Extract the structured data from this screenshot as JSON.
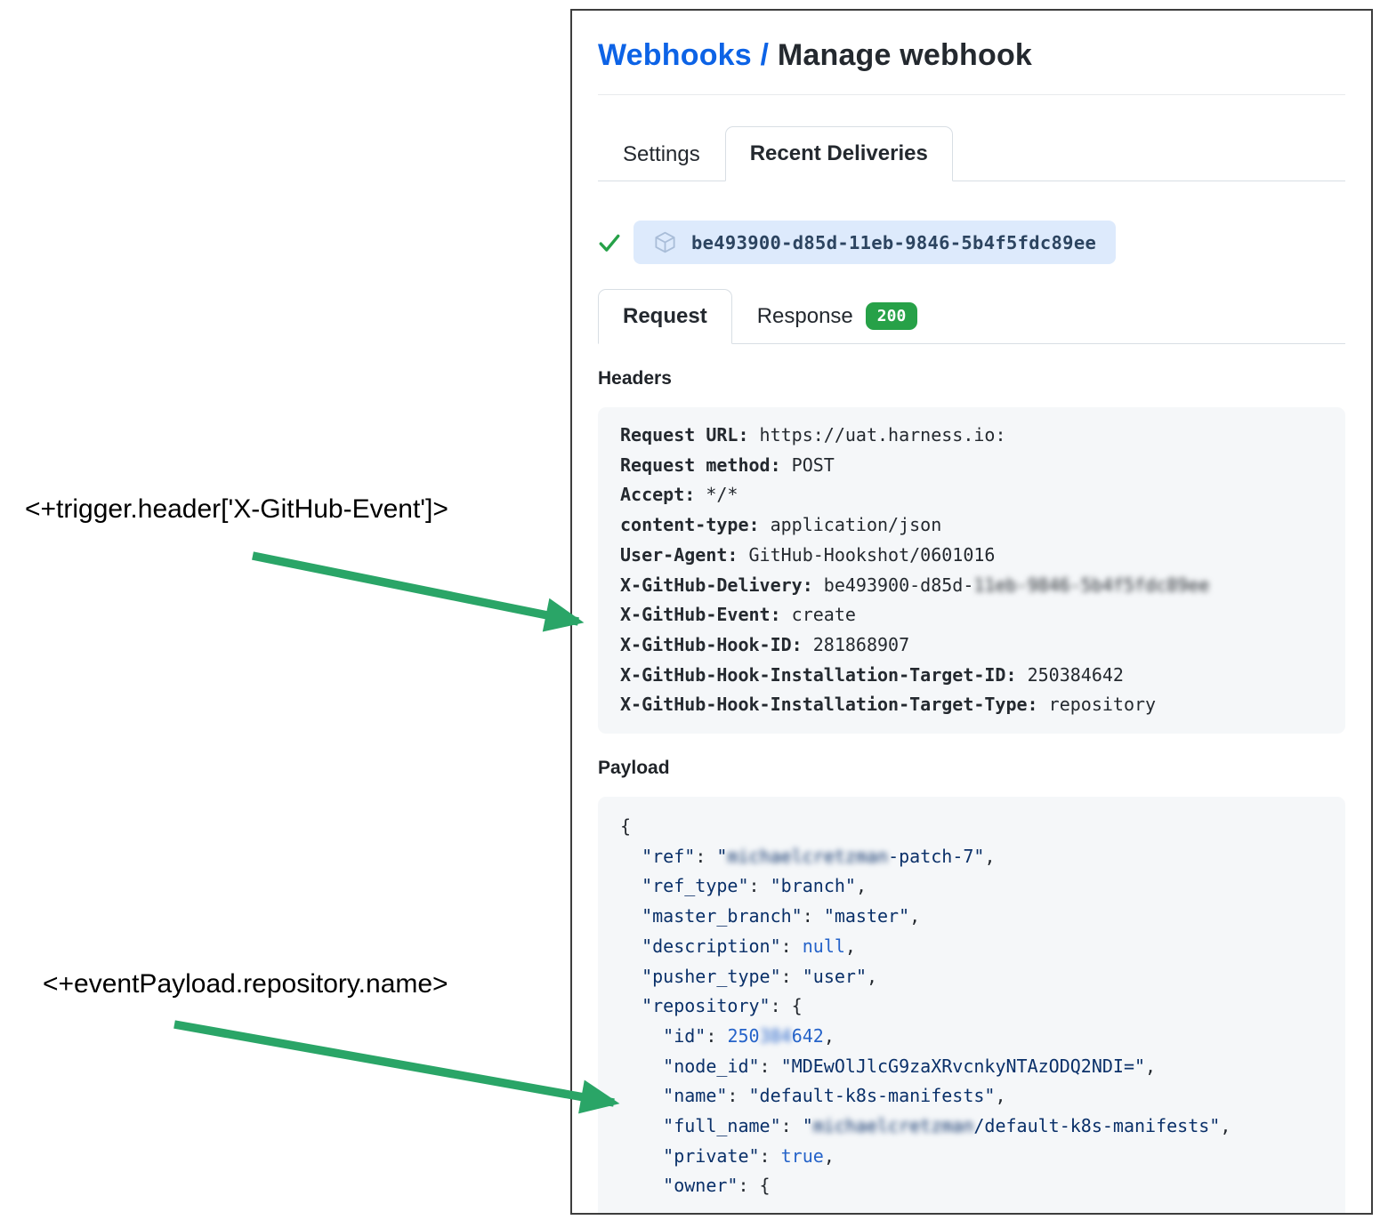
{
  "page": {
    "breadcrumb_link": "Webhooks",
    "breadcrumb_separator": " / ",
    "title": "Manage webhook"
  },
  "tabs": {
    "settings": "Settings",
    "recent_deliveries": "Recent Deliveries"
  },
  "delivery": {
    "id": "be493900-d85d-11eb-9846-5b4f5fdc89ee",
    "status": "success"
  },
  "subtabs": {
    "request": "Request",
    "response": "Response",
    "response_status": "200"
  },
  "headers_section": {
    "title": "Headers",
    "lines": [
      {
        "key": "Request URL:",
        "value": " https://uat.harness.io:"
      },
      {
        "key": "Request method:",
        "value": " POST"
      },
      {
        "key": "Accept:",
        "value": " */*"
      },
      {
        "key": "content-type:",
        "value": " application/json"
      },
      {
        "key": "User-Agent:",
        "value": " GitHub-Hookshot/0601016"
      },
      {
        "key": "X-GitHub-Delivery:",
        "value": " be493900-d85d-",
        "blur": "11eb-9846-5b4f5fdc89ee"
      },
      {
        "key": "X-GitHub-Event:",
        "value": " create"
      },
      {
        "key": "X-GitHub-Hook-ID:",
        "value": " 281868907"
      },
      {
        "key": "X-GitHub-Hook-Installation-Target-ID:",
        "value": " 250384642"
      },
      {
        "key": "X-GitHub-Hook-Installation-Target-Type:",
        "value": " repository"
      }
    ]
  },
  "payload_section": {
    "title": "Payload",
    "lines": [
      [
        {
          "t": "{",
          "c": "p"
        }
      ],
      [
        {
          "t": "  ",
          "c": "p"
        },
        {
          "t": "\"ref\"",
          "c": "s"
        },
        {
          "t": ": ",
          "c": "p"
        },
        {
          "t": "\"",
          "c": "s"
        },
        {
          "t": "michaelcretzman",
          "c": "sb"
        },
        {
          "t": "-patch-7\"",
          "c": "s"
        },
        {
          "t": ",",
          "c": "p"
        }
      ],
      [
        {
          "t": "  ",
          "c": "p"
        },
        {
          "t": "\"ref_type\"",
          "c": "s"
        },
        {
          "t": ": ",
          "c": "p"
        },
        {
          "t": "\"branch\"",
          "c": "s"
        },
        {
          "t": ",",
          "c": "p"
        }
      ],
      [
        {
          "t": "  ",
          "c": "p"
        },
        {
          "t": "\"master_branch\"",
          "c": "s"
        },
        {
          "t": ": ",
          "c": "p"
        },
        {
          "t": "\"master\"",
          "c": "s"
        },
        {
          "t": ",",
          "c": "p"
        }
      ],
      [
        {
          "t": "  ",
          "c": "p"
        },
        {
          "t": "\"description\"",
          "c": "s"
        },
        {
          "t": ": ",
          "c": "p"
        },
        {
          "t": "null",
          "c": "c"
        },
        {
          "t": ",",
          "c": "p"
        }
      ],
      [
        {
          "t": "  ",
          "c": "p"
        },
        {
          "t": "\"pusher_type\"",
          "c": "s"
        },
        {
          "t": ": ",
          "c": "p"
        },
        {
          "t": "\"user\"",
          "c": "s"
        },
        {
          "t": ",",
          "c": "p"
        }
      ],
      [
        {
          "t": "  ",
          "c": "p"
        },
        {
          "t": "\"repository\"",
          "c": "s"
        },
        {
          "t": ": {",
          "c": "p"
        }
      ],
      [
        {
          "t": "    ",
          "c": "p"
        },
        {
          "t": "\"id\"",
          "c": "s"
        },
        {
          "t": ": ",
          "c": "p"
        },
        {
          "t": "250",
          "c": "c"
        },
        {
          "t": "384",
          "c": "cb"
        },
        {
          "t": "642",
          "c": "c"
        },
        {
          "t": ",",
          "c": "p"
        }
      ],
      [
        {
          "t": "    ",
          "c": "p"
        },
        {
          "t": "\"node_id\"",
          "c": "s"
        },
        {
          "t": ": ",
          "c": "p"
        },
        {
          "t": "\"MDEwOlJlcG9zaXRvcnkyNTAzODQ2NDI=\"",
          "c": "s"
        },
        {
          "t": ",",
          "c": "p"
        }
      ],
      [
        {
          "t": "    ",
          "c": "p"
        },
        {
          "t": "\"name\"",
          "c": "s"
        },
        {
          "t": ": ",
          "c": "p"
        },
        {
          "t": "\"default-k8s-manifests\"",
          "c": "s"
        },
        {
          "t": ",",
          "c": "p"
        }
      ],
      [
        {
          "t": "    ",
          "c": "p"
        },
        {
          "t": "\"full_name\"",
          "c": "s"
        },
        {
          "t": ": ",
          "c": "p"
        },
        {
          "t": "\"",
          "c": "s"
        },
        {
          "t": "michaelcretzman",
          "c": "sb"
        },
        {
          "t": "/default-k8s-manifests\"",
          "c": "s"
        },
        {
          "t": ",",
          "c": "p"
        }
      ],
      [
        {
          "t": "    ",
          "c": "p"
        },
        {
          "t": "\"private\"",
          "c": "s"
        },
        {
          "t": ": ",
          "c": "p"
        },
        {
          "t": "true",
          "c": "c"
        },
        {
          "t": ",",
          "c": "p"
        }
      ],
      [
        {
          "t": "    ",
          "c": "p"
        },
        {
          "t": "\"owner\"",
          "c": "s"
        },
        {
          "t": ": {",
          "c": "p"
        }
      ]
    ]
  },
  "annotations": {
    "trigger_header": "<+trigger.header['X-GitHub-Event']>",
    "event_payload": "<+eventPayload.repository.name>"
  },
  "colors": {
    "link_blue": "#0d63e6",
    "arrow_green": "#2aa567",
    "check_green": "#26a148",
    "badge_green": "#27a148",
    "pill_bg": "#ddeafc",
    "code_box_bg": "#f5f7f9",
    "json_string": "#0a3069",
    "json_constant": "#2563c9"
  }
}
